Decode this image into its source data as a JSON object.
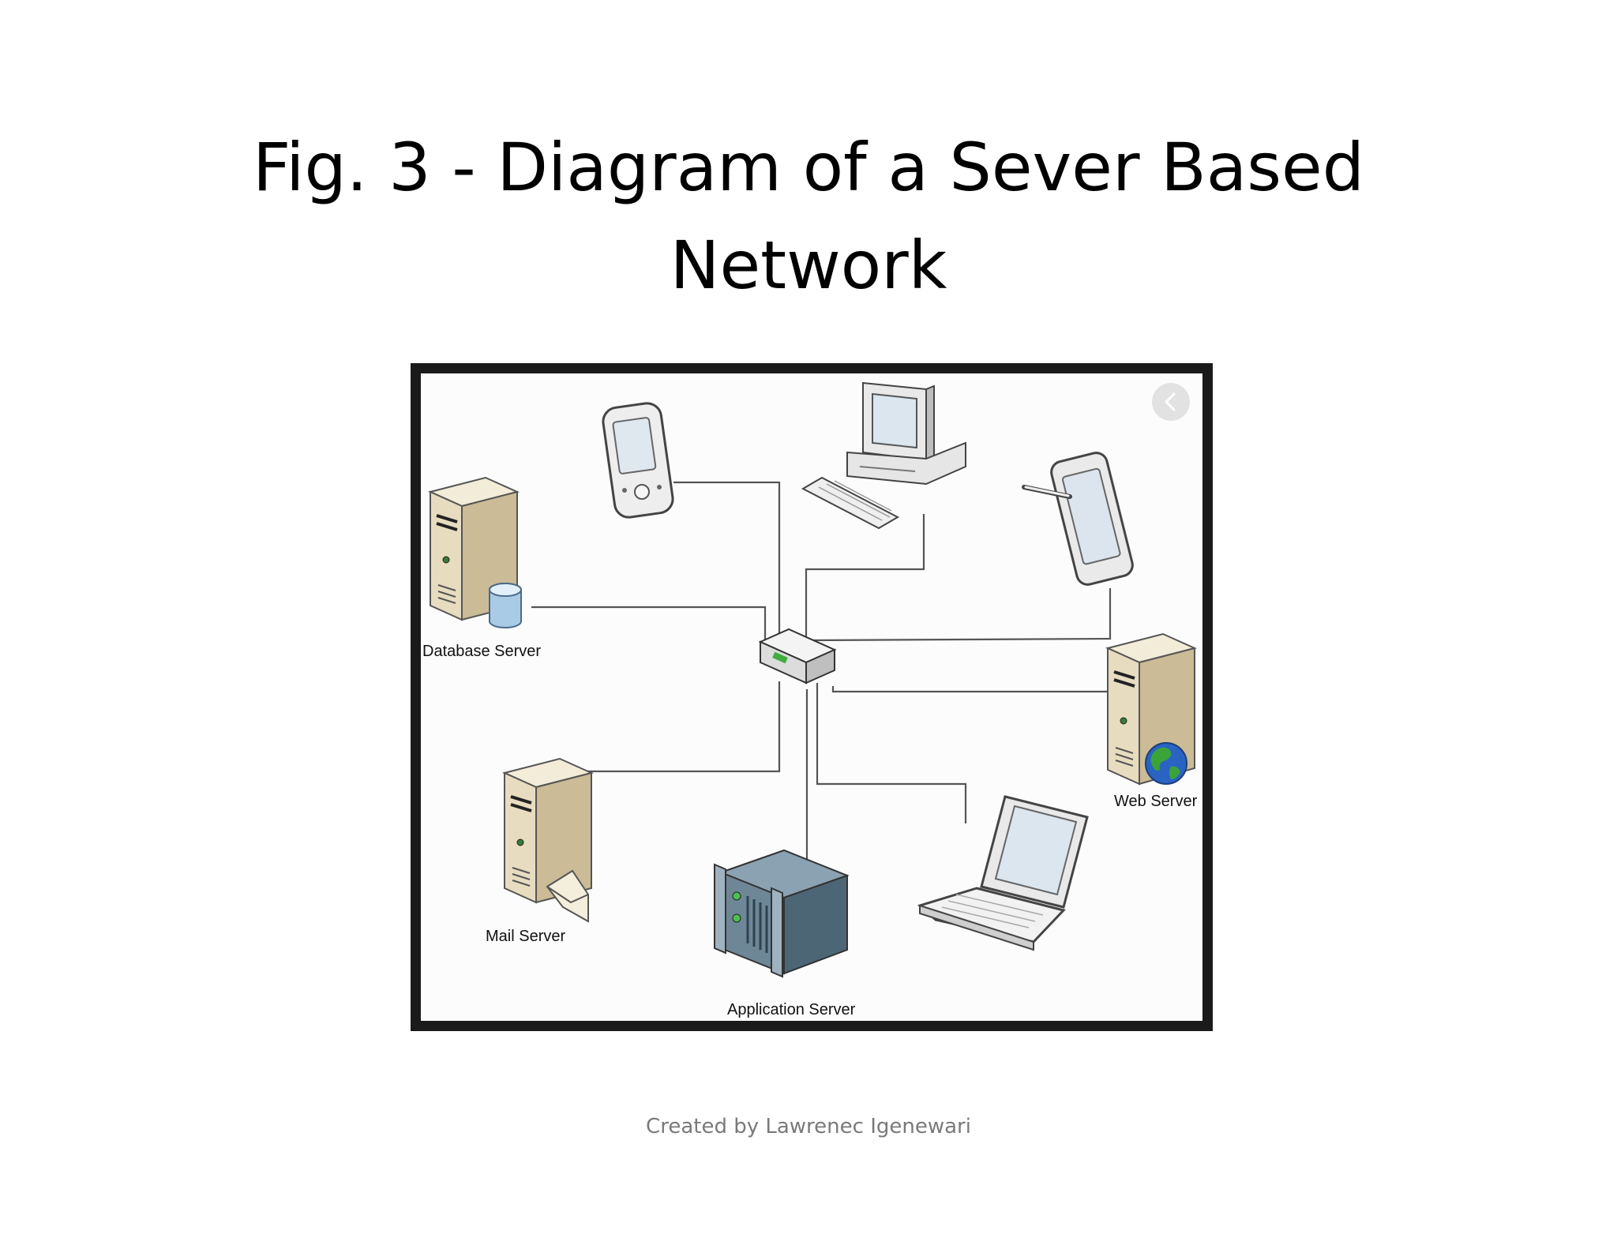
{
  "slide": {
    "title_line1": "Fig. 3 - Diagram of a Sever Based",
    "title_line2": "Network",
    "footer": "Created by Lawrenec Igenewari"
  },
  "diagram": {
    "nodes": {
      "database_server": {
        "label": "Database Server",
        "icon": "database-server-icon"
      },
      "web_server": {
        "label": "Web Server",
        "icon": "web-server-icon"
      },
      "mail_server": {
        "label": "Mail Server",
        "icon": "mail-server-icon"
      },
      "application_server": {
        "label": "Application Server",
        "icon": "rack-server-icon"
      },
      "pda": {
        "icon": "pda-icon"
      },
      "desktop": {
        "icon": "desktop-computer-icon"
      },
      "tablet": {
        "icon": "tablet-pen-icon"
      },
      "laptop": {
        "icon": "laptop-icon"
      },
      "hub": {
        "icon": "network-switch-icon"
      }
    },
    "nav_icon": "chevron-left-icon",
    "colors": {
      "server_body": "#e8dcc0",
      "server_side": "#c8b894",
      "line": "#555555",
      "rack_body": "#6e8797",
      "frame": "#1a1a1a"
    }
  }
}
